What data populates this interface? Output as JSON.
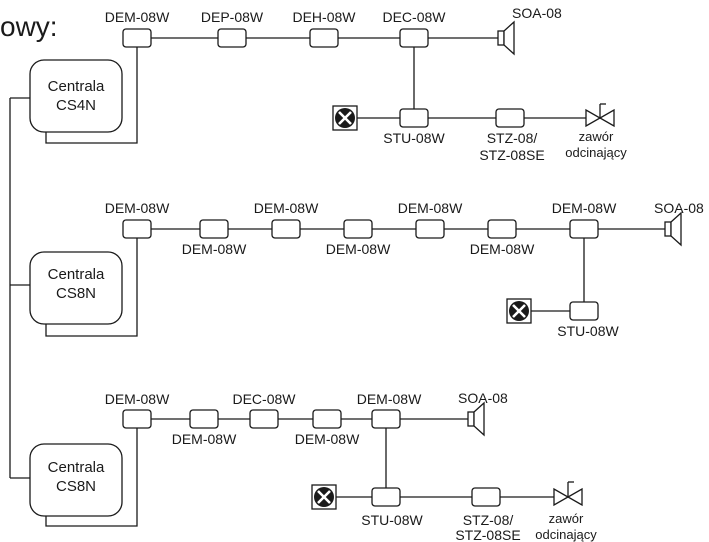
{
  "heading": "owy:",
  "colors": {
    "line": "#1a1a1a",
    "background": "#ffffff"
  },
  "labels": {
    "dem": "DEM-08W",
    "dep": "DEP-08W",
    "deh": "DEH-08W",
    "dec": "DEC-08W",
    "stu": "STU-08W",
    "stz_1": "STZ-08/",
    "stz_2": "STZ-08SE",
    "soa": "SOA-08",
    "valve_1": "zawór",
    "valve_2": "odcinający"
  },
  "centrals": [
    {
      "line1": "Centrala",
      "line2": "CS4N"
    },
    {
      "line1": "Centrala",
      "line2": "CS8N"
    },
    {
      "line1": "Centrala",
      "line2": "CS8N"
    }
  ],
  "icons": {
    "speaker": "speaker-icon",
    "fan": "fan-x-icon",
    "valve": "valve-icon"
  }
}
